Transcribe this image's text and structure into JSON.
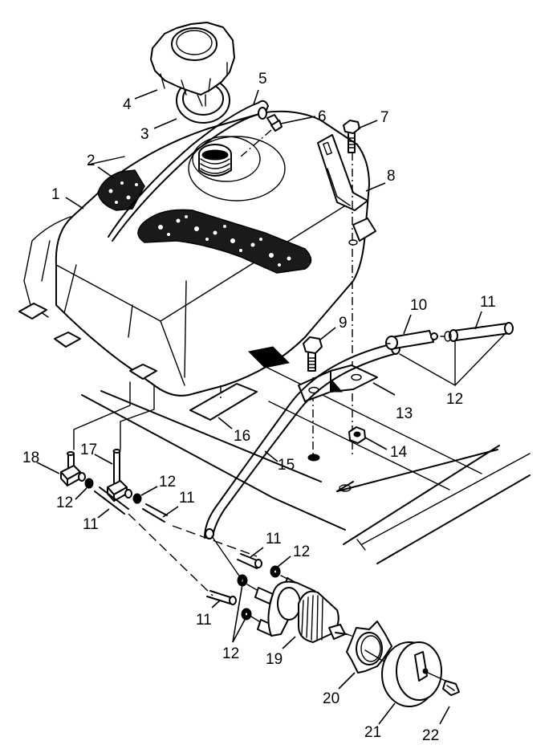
{
  "diagram": {
    "type": "exploded-parts-diagram",
    "subject": "Fuel tank assembly",
    "colors": {
      "line": "#000000",
      "background": "#ffffff"
    },
    "callouts": [
      {
        "id": "c1",
        "label": "1",
        "part": "fuel-tank"
      },
      {
        "id": "c2",
        "label": "2",
        "part": "decal-small"
      },
      {
        "id": "c3",
        "label": "3",
        "part": "cap-gasket"
      },
      {
        "id": "c4",
        "label": "4",
        "part": "fuel-cap"
      },
      {
        "id": "c5",
        "label": "5",
        "part": "vent-hose"
      },
      {
        "id": "c6",
        "label": "6",
        "part": "vent-fitting"
      },
      {
        "id": "c7",
        "label": "7",
        "part": "bolt"
      },
      {
        "id": "c8",
        "label": "8",
        "part": "mounting-bracket"
      },
      {
        "id": "c9",
        "label": "9",
        "part": "bolt"
      },
      {
        "id": "c10",
        "label": "10",
        "part": "fuel-filter"
      },
      {
        "id": "c11a",
        "label": "11",
        "part": "fuel-line"
      },
      {
        "id": "c12a",
        "label": "12",
        "part": "clamp"
      },
      {
        "id": "c13",
        "label": "13",
        "part": "bracket"
      },
      {
        "id": "c14",
        "label": "14",
        "part": "nut"
      },
      {
        "id": "c15",
        "label": "15",
        "part": "fuel-line-long"
      },
      {
        "id": "c16",
        "label": "16",
        "part": "pad"
      },
      {
        "id": "c17",
        "label": "17",
        "part": "tank-fitting"
      },
      {
        "id": "c18",
        "label": "18",
        "part": "tank-fitting"
      },
      {
        "id": "c12b",
        "label": "12",
        "part": "clamp"
      },
      {
        "id": "c11b",
        "label": "11",
        "part": "fuel-line"
      },
      {
        "id": "c12c",
        "label": "12",
        "part": "clamp"
      },
      {
        "id": "c11c",
        "label": "11",
        "part": "fuel-line"
      },
      {
        "id": "c11d",
        "label": "11",
        "part": "fuel-line"
      },
      {
        "id": "c12d",
        "label": "12",
        "part": "clamp"
      },
      {
        "id": "c11e",
        "label": "11",
        "part": "fuel-line"
      },
      {
        "id": "c12e",
        "label": "12",
        "part": "clamp"
      },
      {
        "id": "c19",
        "label": "19",
        "part": "fuel-valve"
      },
      {
        "id": "c20",
        "label": "20",
        "part": "valve-nut"
      },
      {
        "id": "c21",
        "label": "21",
        "part": "valve-knob"
      },
      {
        "id": "c22",
        "label": "22",
        "part": "screw"
      }
    ]
  }
}
